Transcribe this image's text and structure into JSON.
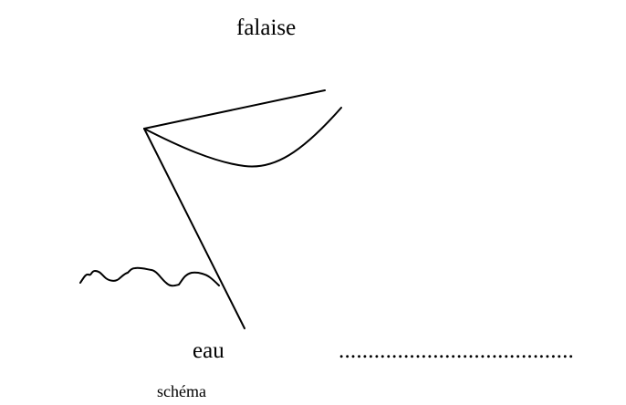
{
  "diagram": {
    "top_label": "falaise",
    "water_label": "eau",
    "answer_blank": "........................................",
    "caption": "schéma"
  }
}
